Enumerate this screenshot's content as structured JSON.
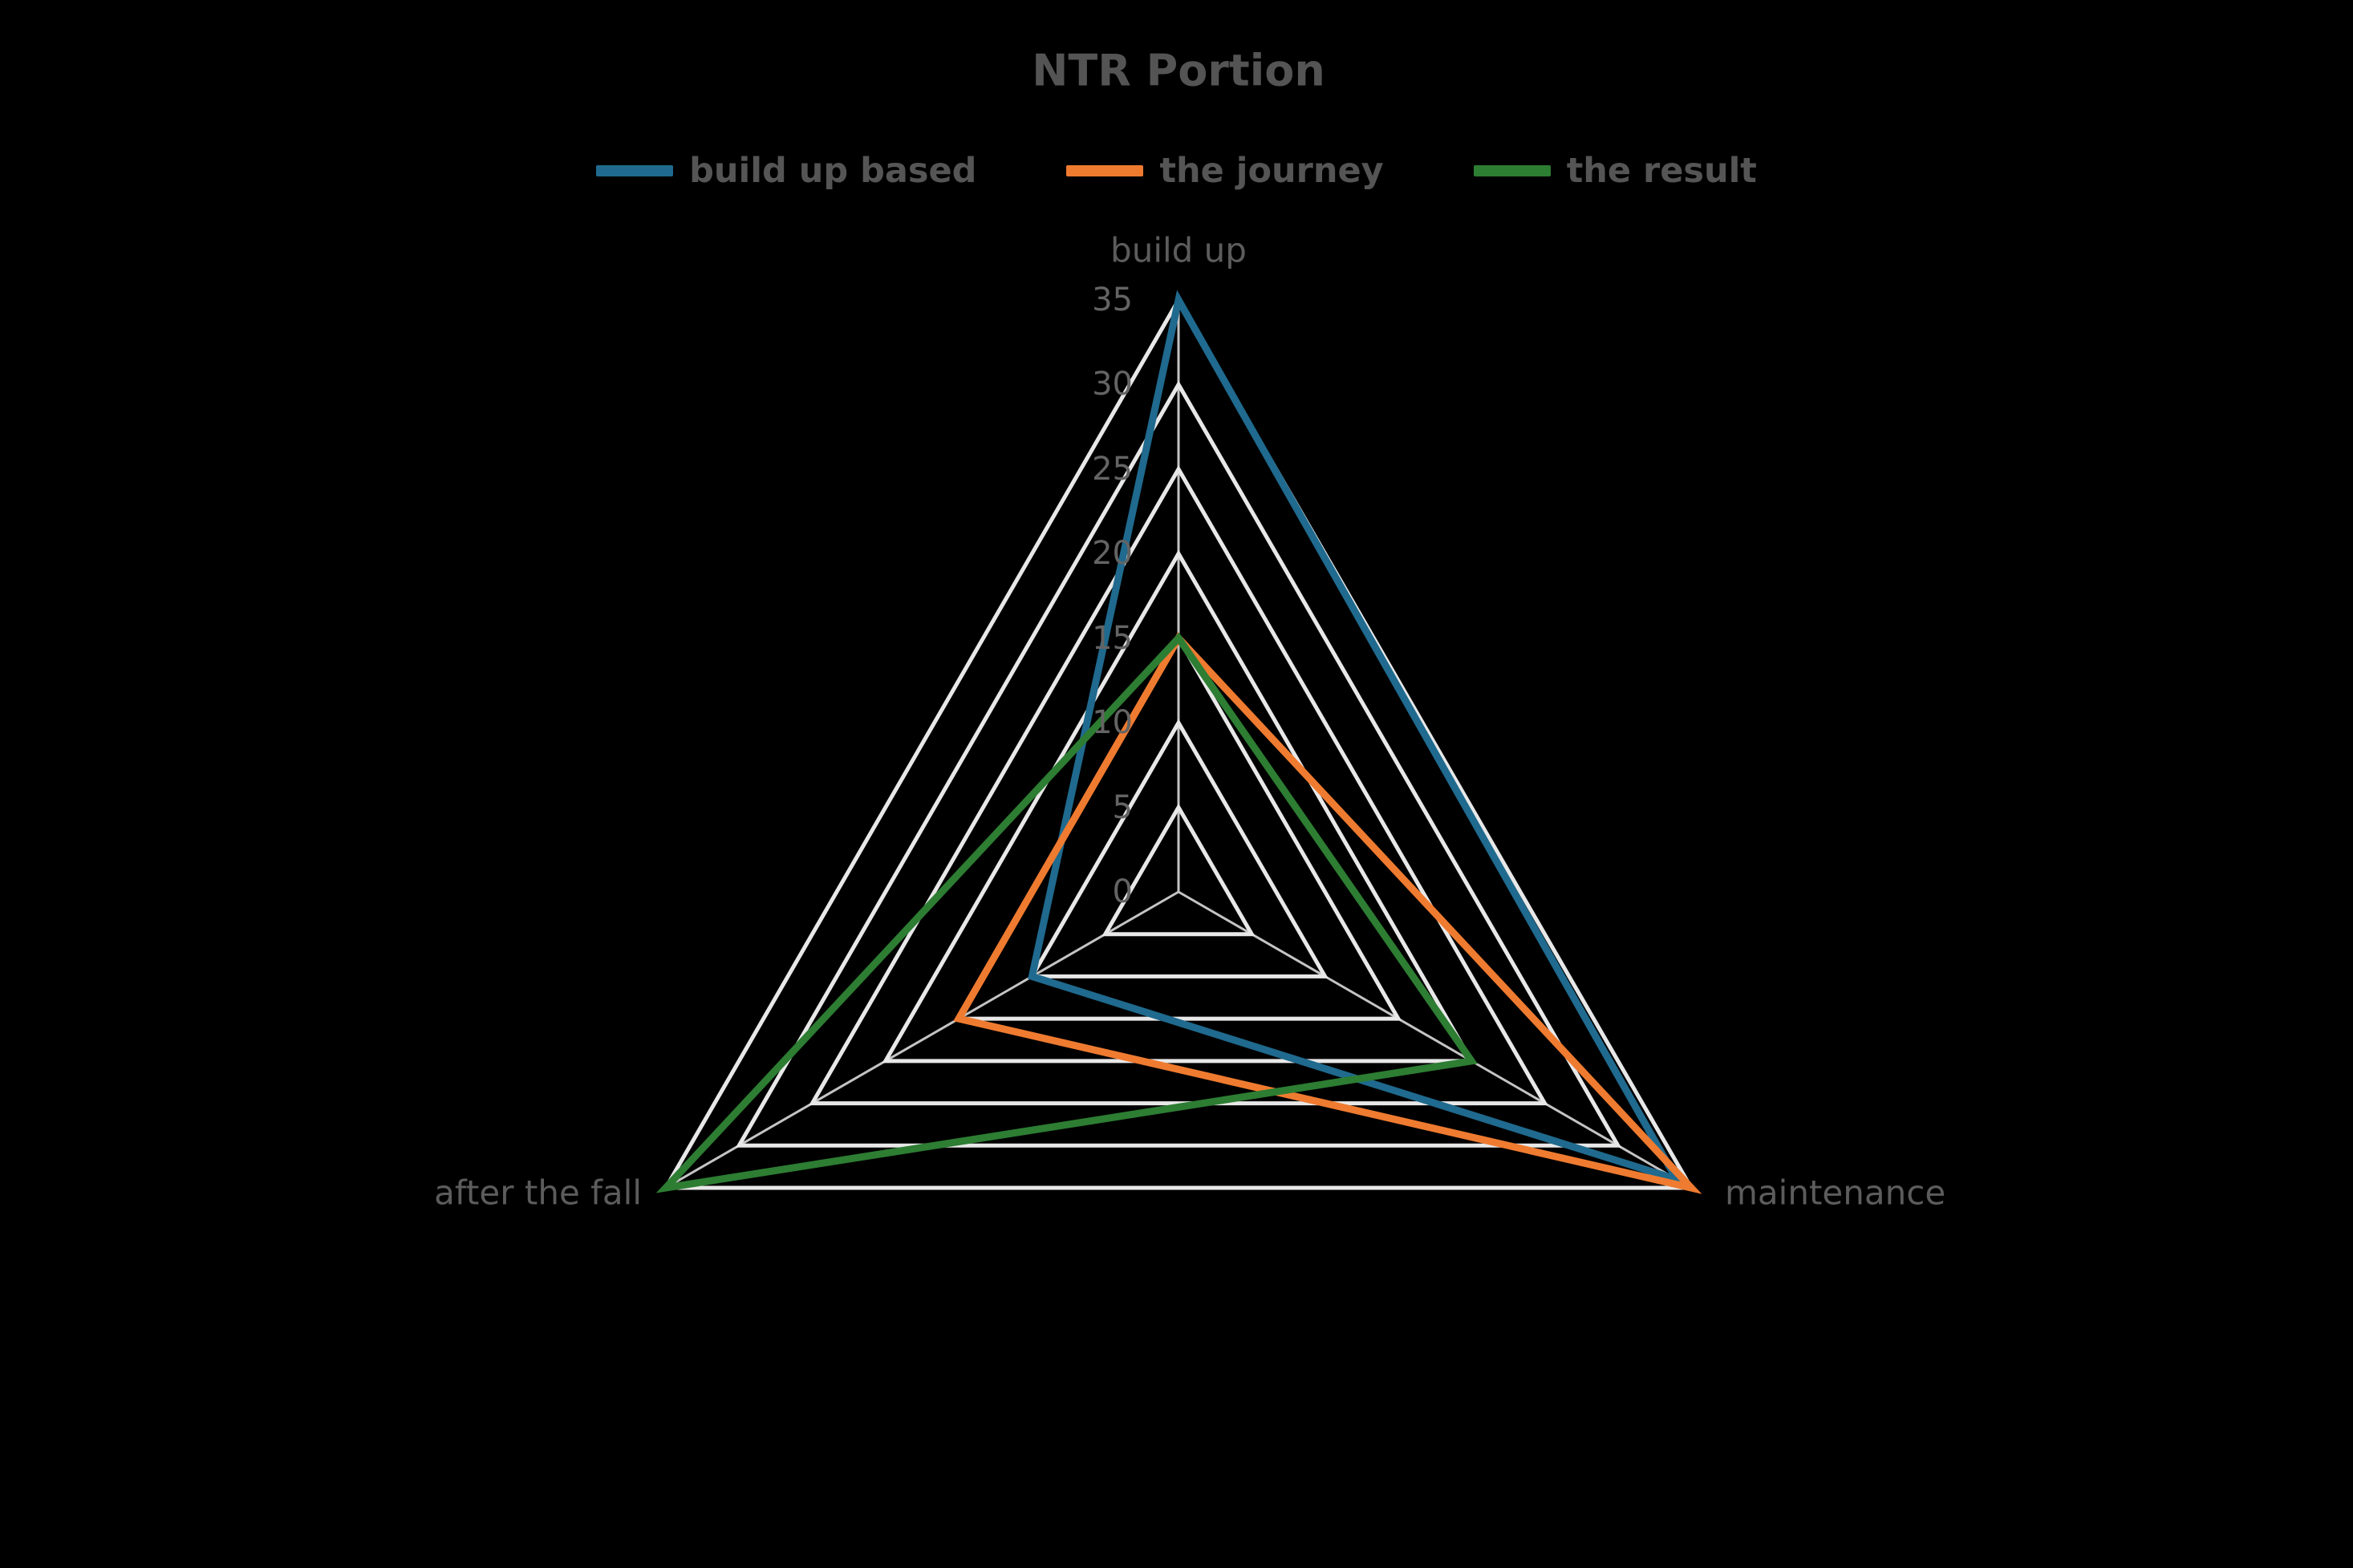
{
  "page": {
    "background": "#000000"
  },
  "chart_data": {
    "type": "radar",
    "title": "NTR Portion",
    "axes": [
      "build up",
      "maintenance",
      "after the fall"
    ],
    "r_min": 0,
    "r_max": 35,
    "r_ticks": [
      0,
      5,
      10,
      15,
      20,
      25,
      30,
      35
    ],
    "grid": {
      "shape": "triangle",
      "visible": true,
      "ring_color": "#e8e8e8",
      "spoke_color": "#c4c4c4"
    },
    "legend_position": "top-center",
    "background_color": "#000000",
    "title_color": "#545454",
    "label_color": "#5c5c5c",
    "tick_color": "#646464",
    "series": [
      {
        "name": "build up based",
        "color": "#1f6a8e",
        "values": [
          35,
          34,
          10
        ]
      },
      {
        "name": "the journey",
        "color": "#ef7b30",
        "values": [
          15,
          35,
          15
        ]
      },
      {
        "name": "the result",
        "color": "#2d7d32",
        "values": [
          15,
          20,
          35
        ]
      }
    ]
  }
}
